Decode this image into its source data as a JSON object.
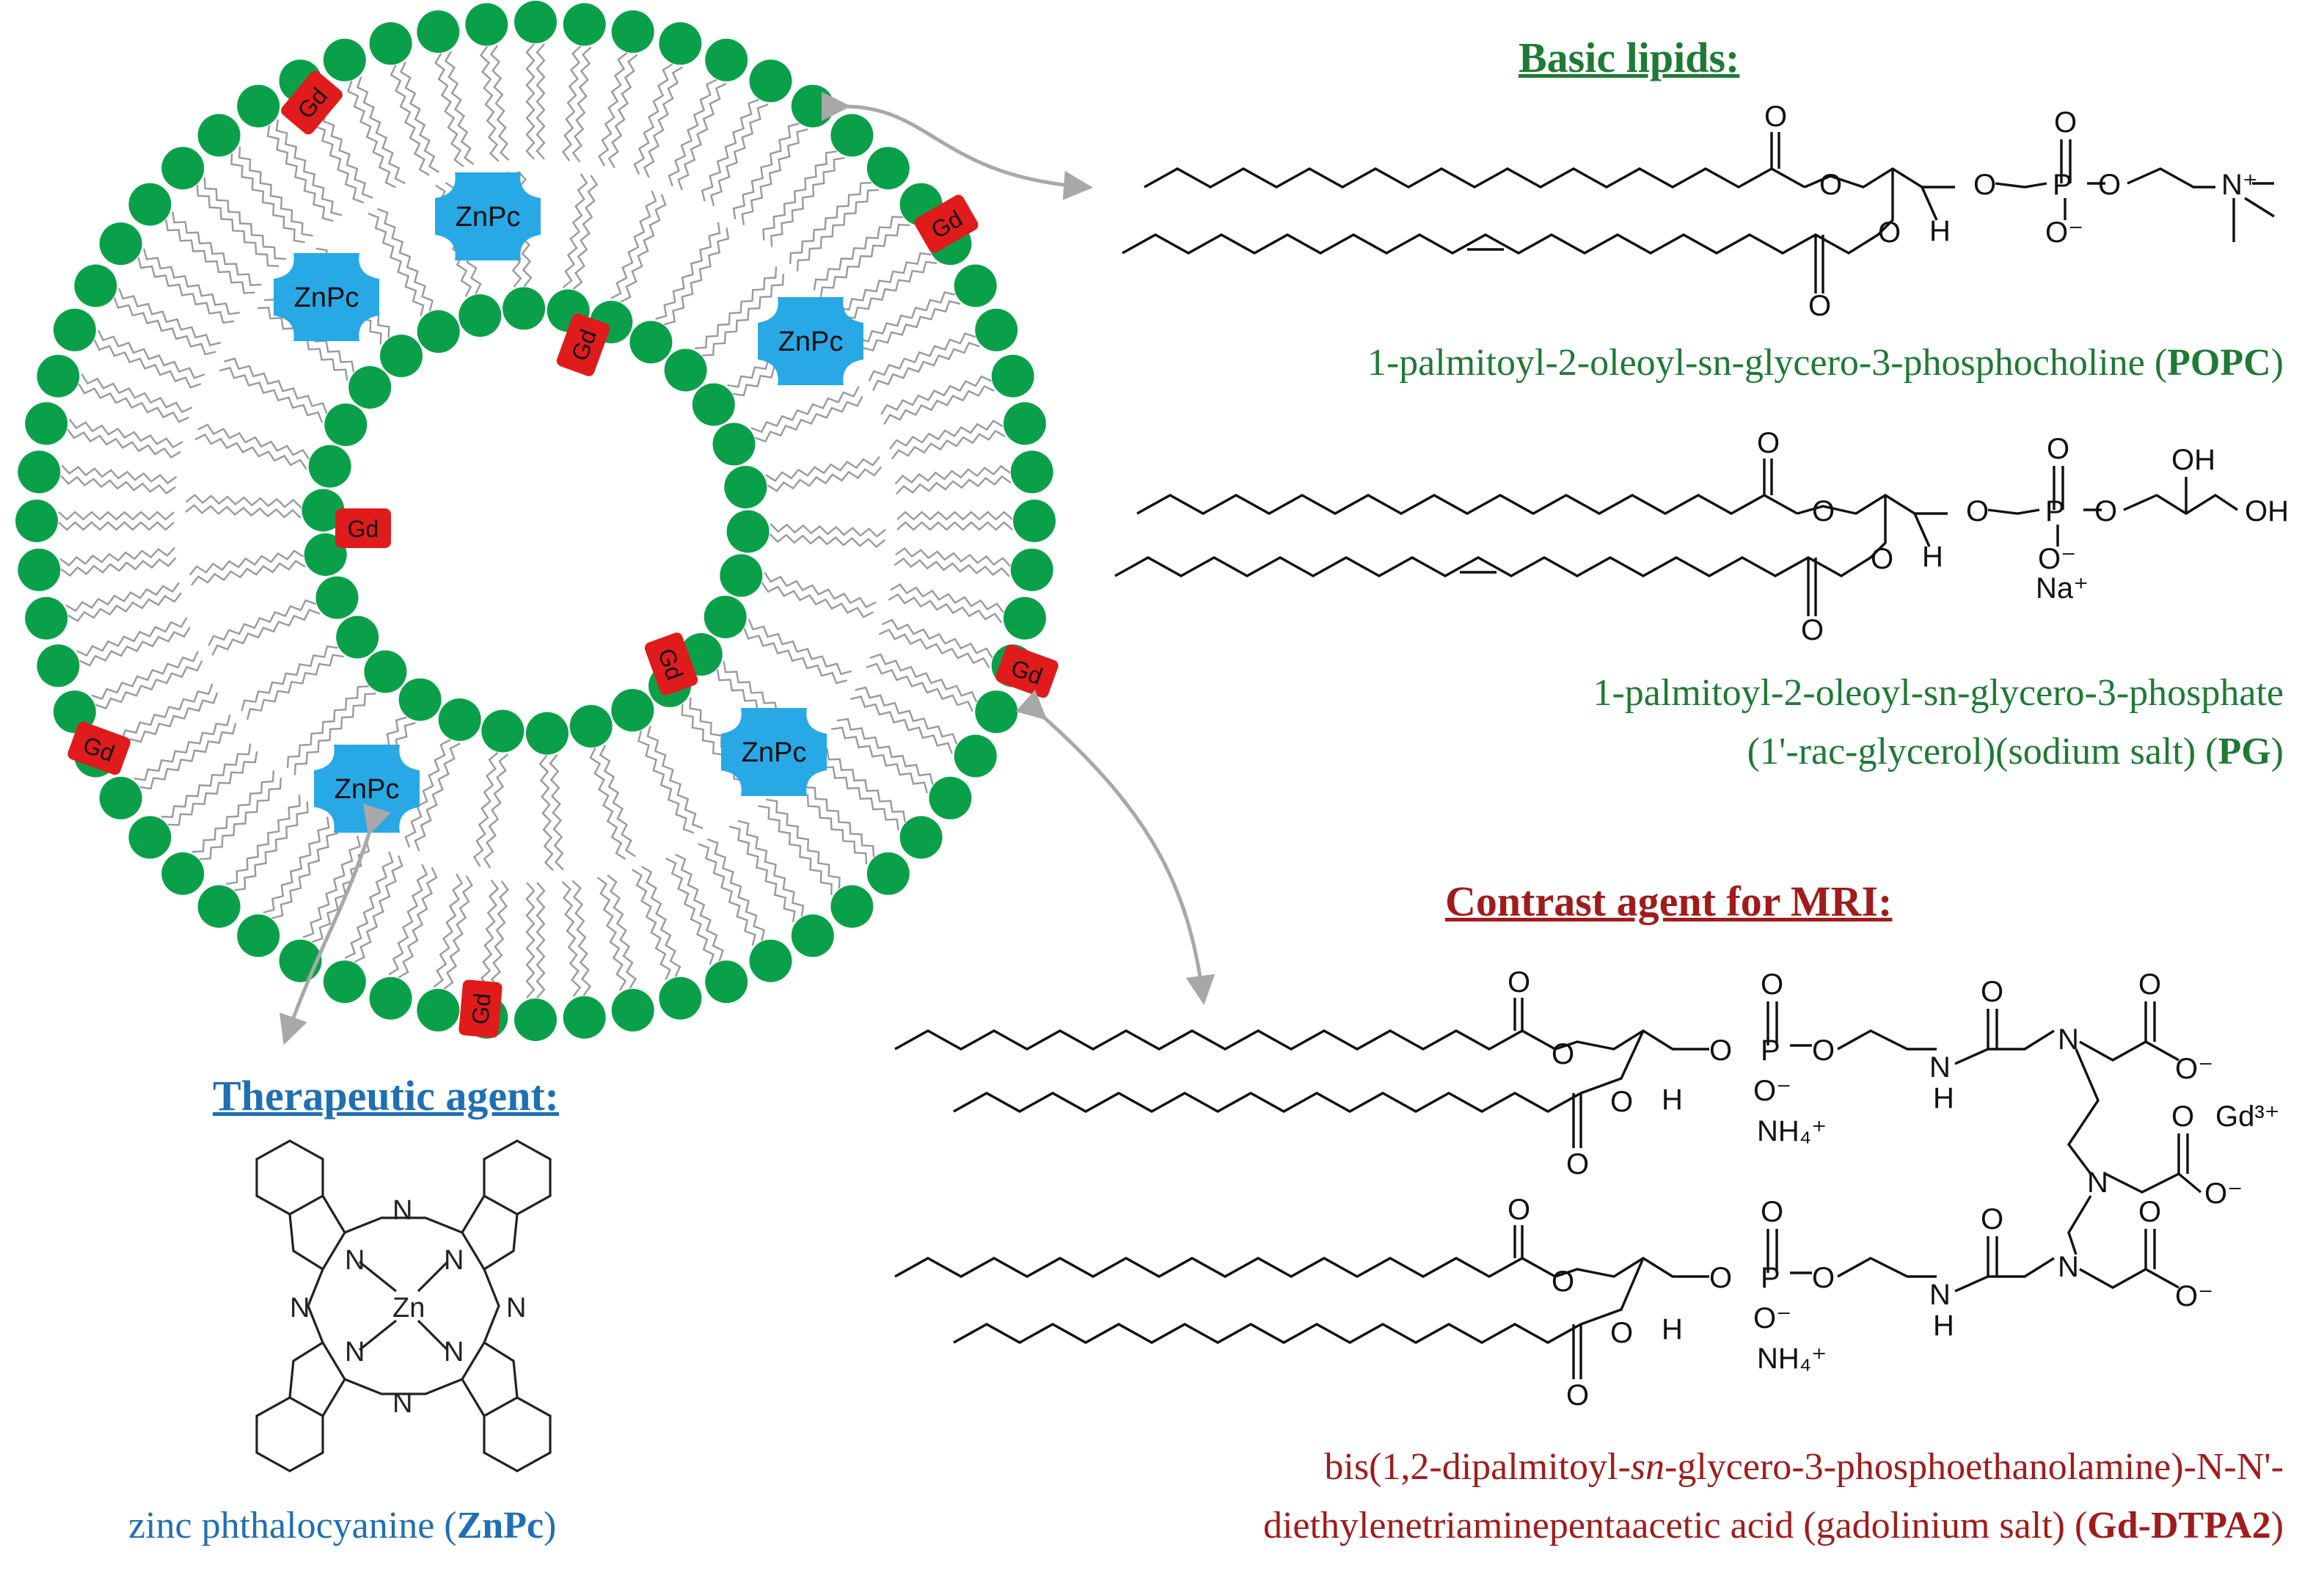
{
  "labels": {
    "gd": "Gd",
    "znpc": "ZnPc"
  },
  "headings": {
    "basic_lipids": "Basic lipids",
    "contrast_agent": "Contrast agent for MRI",
    "therapeutic_agent": "Therapeutic agent",
    "colon": ":"
  },
  "captions": {
    "popc_name": "1-palmitoyl-2-oleoyl-sn-glycero-3-phosphocholine (",
    "popc_abbr": "POPC",
    "popc_close": ")",
    "pg_line1": "1-palmitoyl-2-oleoyl-sn-glycero-3-phosphate",
    "pg_line2": "(1'-rac-glycerol)(sodium salt) (",
    "pg_abbr": "PG",
    "pg_close": ")",
    "gd_line1_a": "bis(1,2-dipalmitoyl-",
    "gd_line1_sn": "sn",
    "gd_line1_b": "-glycero-3-phosphoethanolamine)-N-N'-",
    "gd_line2": "diethylenetriaminepentaacetic acid (gadolinium salt) (",
    "gd_abbr": "Gd-DTPA2",
    "gd_close": ")",
    "znpc_name": "zinc phthalocyanine (",
    "znpc_abbr": "ZnPc",
    "znpc_close": ")"
  },
  "chem": {
    "O": "O",
    "O_minus": "O⁻",
    "H": "H",
    "P": "P",
    "N": "N",
    "N_plus": "N⁺",
    "OH": "OH",
    "Na_plus": "Na⁺",
    "NH4_plus": "NH₄⁺",
    "Gd3_plus": "Gd³⁺",
    "Zn": "Zn"
  },
  "colors": {
    "head_green": "#0aa04a",
    "gd_red": "#e01b1b",
    "znpc_blue": "#29a8e6",
    "arrow_gray": "#a8a8a8",
    "text_green": "#1e7a35",
    "text_red": "#a01c1c",
    "text_blue": "#1f6fb4"
  }
}
